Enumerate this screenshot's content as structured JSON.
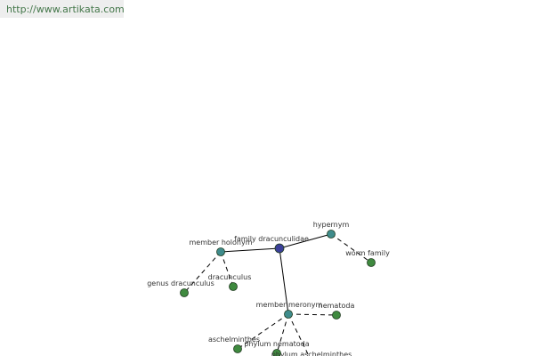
{
  "header": {
    "url": "http://www.artikata.com"
  },
  "colors": {
    "center": "#3b3f99",
    "relation": "#3f8c8c",
    "leaf": "#3f8a3f",
    "edge": "#000000",
    "url_text": "#44774a"
  },
  "graph": {
    "nodes": [
      {
        "id": "center",
        "label": "family dracunculidae",
        "kind": "center"
      },
      {
        "id": "hypernym",
        "label": "hypernym",
        "kind": "relation"
      },
      {
        "id": "holonym",
        "label": "member holonym",
        "kind": "relation"
      },
      {
        "id": "meronym",
        "label": "member meronym",
        "kind": "relation"
      },
      {
        "id": "worm",
        "label": "worm family",
        "kind": "leaf"
      },
      {
        "id": "genus",
        "label": "genus dracunculus",
        "kind": "leaf"
      },
      {
        "id": "dracunculus",
        "label": "dracunculus",
        "kind": "leaf"
      },
      {
        "id": "nematoda",
        "label": "nematoda",
        "kind": "leaf"
      },
      {
        "id": "aschelminthes",
        "label": "aschelminthes",
        "kind": "leaf"
      },
      {
        "id": "phylum-nematoda",
        "label": "phylum nematoda",
        "kind": "leaf"
      },
      {
        "id": "phylum-aschelminthes",
        "label": "phylum aschelminthes",
        "kind": "leaf"
      }
    ],
    "edges": [
      {
        "from": "center",
        "to": "hypernym",
        "style": "solid"
      },
      {
        "from": "center",
        "to": "holonym",
        "style": "solid"
      },
      {
        "from": "center",
        "to": "meronym",
        "style": "solid"
      },
      {
        "from": "hypernym",
        "to": "worm",
        "style": "dashed"
      },
      {
        "from": "holonym",
        "to": "genus",
        "style": "dashed"
      },
      {
        "from": "holonym",
        "to": "dracunculus",
        "style": "dashed"
      },
      {
        "from": "meronym",
        "to": "nematoda",
        "style": "dashed"
      },
      {
        "from": "meronym",
        "to": "aschelminthes",
        "style": "dashed"
      },
      {
        "from": "meronym",
        "to": "phylum-nematoda",
        "style": "dashed"
      },
      {
        "from": "meronym",
        "to": "phylum-aschelminthes",
        "style": "dashed"
      }
    ]
  }
}
